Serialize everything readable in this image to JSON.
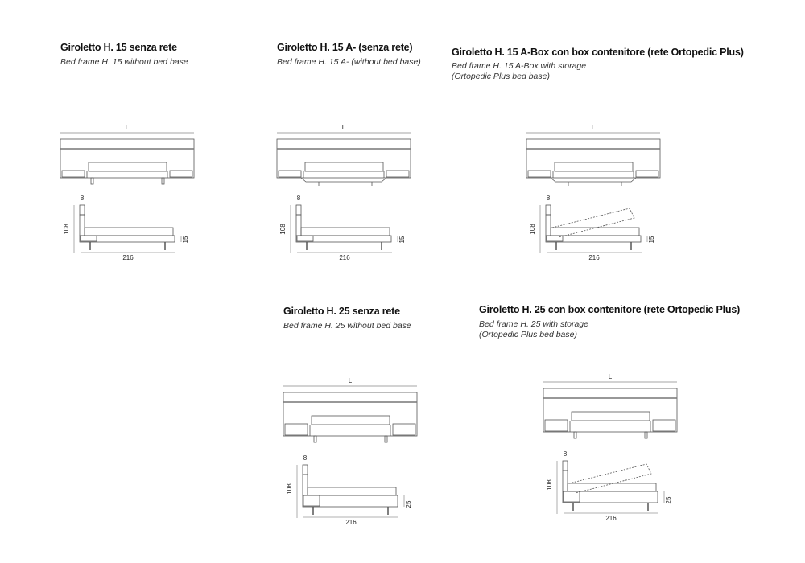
{
  "panels": [
    {
      "title": "Giroletto H. 15 senza rete",
      "subtitle": [
        "Bed frame H. 15 without bed base"
      ],
      "variant": "plain",
      "height": "15",
      "dims": {
        "L": "L",
        "head": "8",
        "height": "108",
        "length": "216"
      }
    },
    {
      "title": "Giroletto H. 15 A- (senza rete)",
      "subtitle": [
        "Bed frame H. 15 A- (without bed base)"
      ],
      "variant": "a",
      "height": "15",
      "dims": {
        "L": "L",
        "head": "8",
        "height": "108",
        "length": "216"
      }
    },
    {
      "title": "Giroletto H. 15 A-Box con box contenitore (rete Ortopedic Plus)",
      "subtitle": [
        "Bed frame H. 15 A-Box with storage",
        "(Ortopedic Plus bed base)"
      ],
      "variant": "abox",
      "height": "15",
      "dims": {
        "L": "L",
        "head": "8",
        "height": "108",
        "length": "216"
      }
    },
    {
      "title": "Giroletto H. 25 senza rete",
      "subtitle": [
        "Bed frame H. 25 without bed base"
      ],
      "variant": "h25",
      "height": "25",
      "dims": {
        "L": "L",
        "head": "8",
        "height": "108",
        "length": "216"
      }
    },
    {
      "title": "Giroletto H. 25 con box contenitore (rete Ortopedic Plus)",
      "subtitle": [
        "Bed frame H. 25 with storage",
        "(Ortopedic Plus bed base)"
      ],
      "variant": "h25box",
      "height": "25",
      "dims": {
        "L": "L",
        "head": "8",
        "height": "108",
        "length": "216"
      }
    }
  ]
}
